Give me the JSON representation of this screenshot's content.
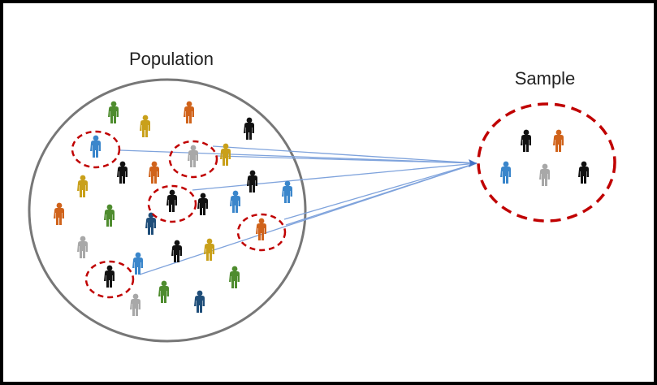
{
  "labels": {
    "population": "Population",
    "sample": "Sample"
  },
  "colors": {
    "population_outline": "#777777",
    "sample_outline": "#c00000",
    "arrow": "#7fa3dc",
    "person": {
      "green": "#4e8c2e",
      "yellow": "#c9a01a",
      "orange": "#d0631b",
      "black": "#111111",
      "blue": "#3a86cb",
      "gray": "#a8a8a8",
      "navy": "#1f4e79"
    }
  },
  "population": [
    "green",
    "yellow",
    "orange",
    "black",
    "blue",
    "gray",
    "yellow",
    "black",
    "orange",
    "yellow",
    "black",
    "blue",
    "black",
    "black",
    "blue",
    "orange",
    "green",
    "navy",
    "orange",
    "gray",
    "black",
    "yellow",
    "blue",
    "black",
    "green",
    "green",
    "gray",
    "navy"
  ],
  "selected_indices": [
    4,
    5,
    12,
    18,
    23
  ],
  "sample": [
    "black",
    "orange",
    "blue",
    "gray",
    "black"
  ]
}
